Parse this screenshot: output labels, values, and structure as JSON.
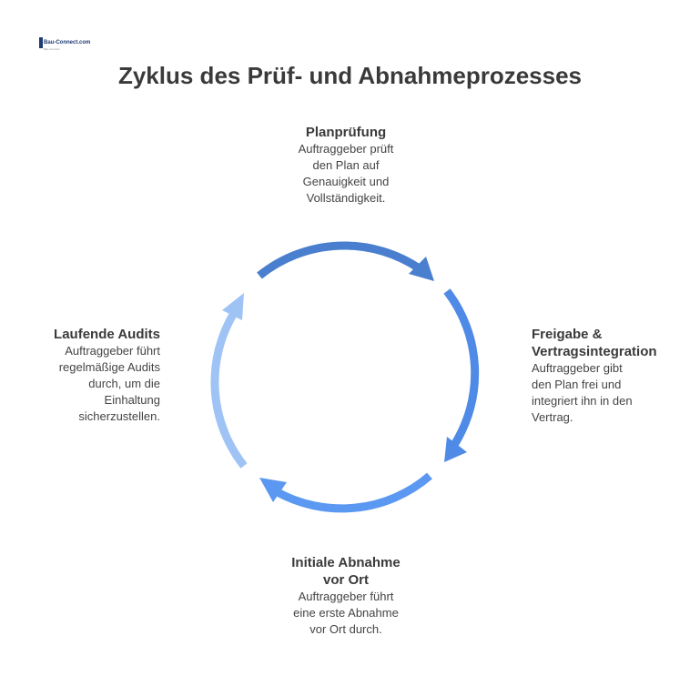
{
  "logo": {
    "text": "Bau-Connect.com",
    "subtext": "Bau-Connect"
  },
  "title": "Zyklus des Prüf- und Abnahmeprozesses",
  "steps": [
    {
      "heading": "Planprüfung",
      "description": "Auftraggeber prüft\nden Plan auf\nGenauigkeit und\nVollständigkeit."
    },
    {
      "heading": "Freigabe &\nVertragsintegration",
      "description": "Auftraggeber gibt\nden Plan frei und\nintegriert ihn in den\nVertrag."
    },
    {
      "heading": "Initiale Abnahme\nvor Ort",
      "description": "Auftraggeber führt\neine erste Abnahme\nvor Ort durch."
    },
    {
      "heading": "Laufende Audits",
      "description": "Auftraggeber führt\nregelmäßige Audits\ndurch, um die\nEinhaltung\nsicherzustellen."
    }
  ],
  "colors": {
    "arc_top": "#4a7fd0",
    "arc_right": "#4f8ae6",
    "arc_bottom": "#5b98f2",
    "arc_left": "#9fc3f5"
  }
}
